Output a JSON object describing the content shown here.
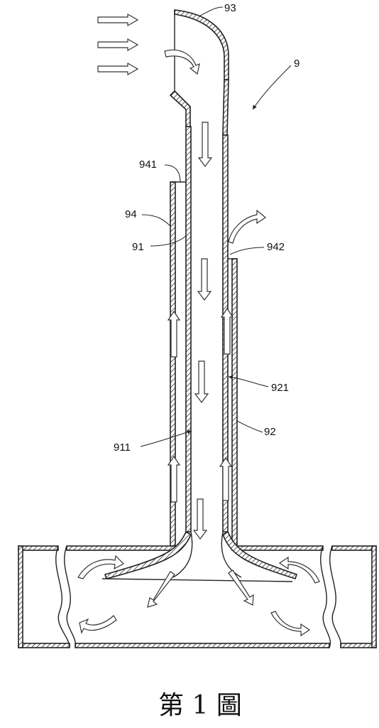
{
  "figure": {
    "caption": "第 1 圖",
    "labels": {
      "l93": "93",
      "l9": "9",
      "l941": "941",
      "l94": "94",
      "l91": "91",
      "l942": "942",
      "l921": "921",
      "l92": "92",
      "l911": "911"
    }
  }
}
